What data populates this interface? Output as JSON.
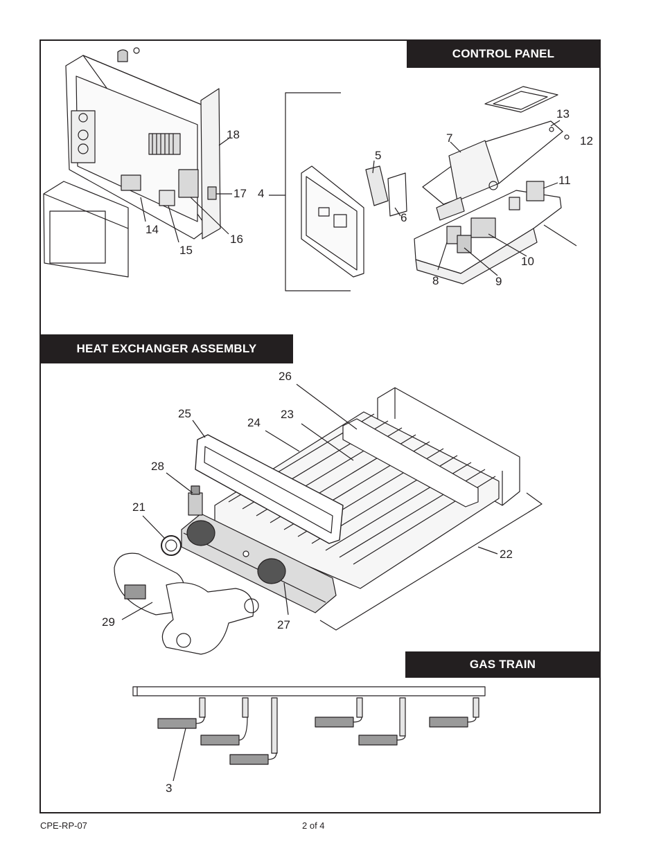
{
  "sections": {
    "control_panel": "CONTROL PANEL",
    "heat_exchanger": "HEAT EXCHANGER ASSEMBLY",
    "gas_train": "GAS TRAIN"
  },
  "callouts": {
    "c3": "3",
    "c4": "4",
    "c5": "5",
    "c6": "6",
    "c7": "7",
    "c8": "8",
    "c9": "9",
    "c10": "10",
    "c11": "11",
    "c12": "12",
    "c13": "13",
    "c14": "14",
    "c15": "15",
    "c16": "16",
    "c17": "17",
    "c18": "18",
    "c21": "21",
    "c22": "22",
    "c23": "23",
    "c24": "24",
    "c25": "25",
    "c26": "26",
    "c27": "27",
    "c28": "28",
    "c29": "29"
  },
  "footer": {
    "doc_code": "CPE-RP-07",
    "page": "2 of 4"
  }
}
